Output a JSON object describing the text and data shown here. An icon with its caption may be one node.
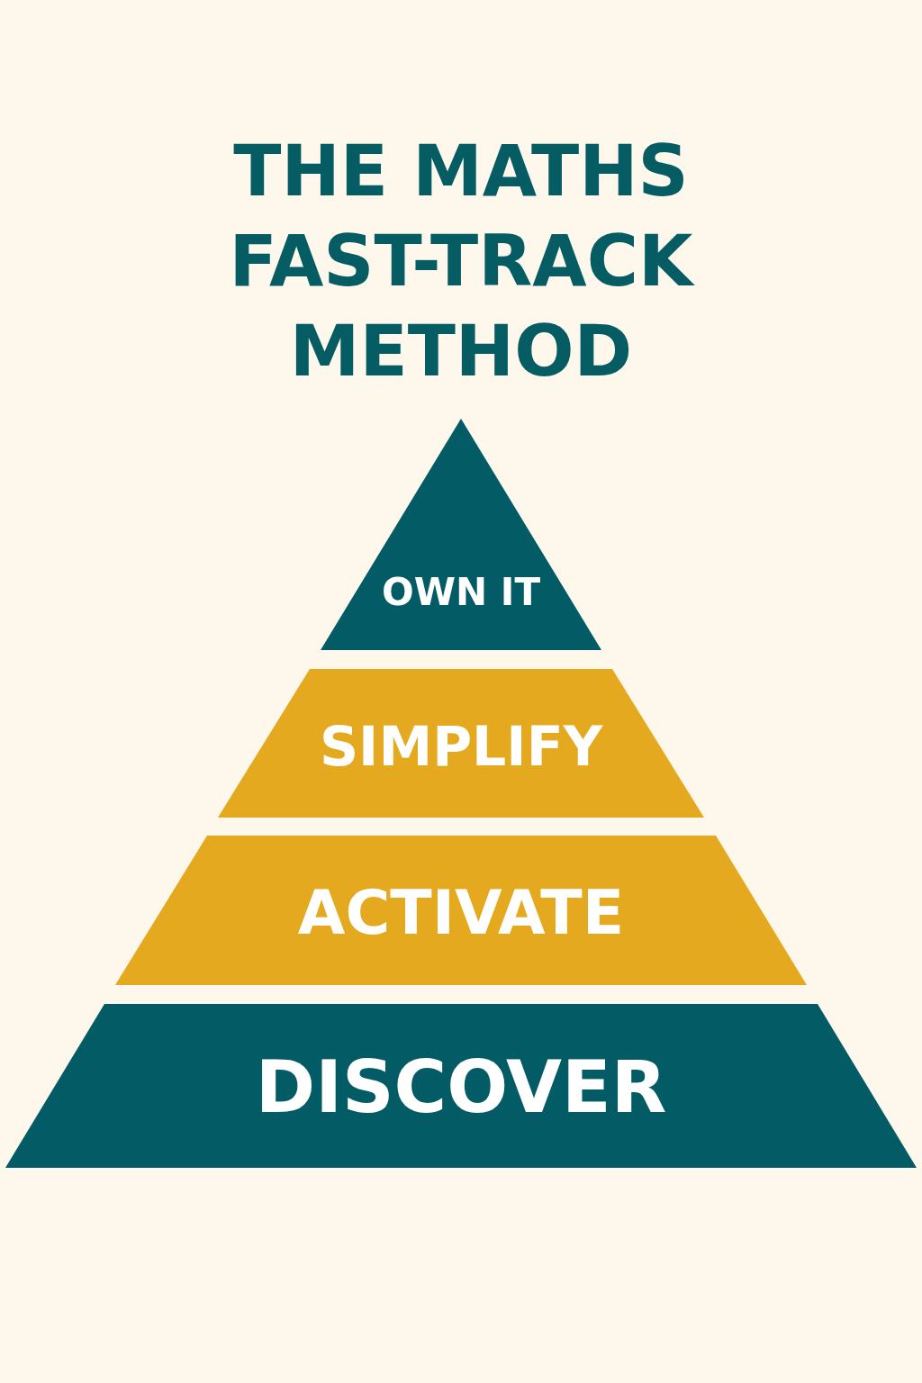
{
  "diagram": {
    "title": "THE MATHS FAST-TRACK METHOD",
    "nodes": [
      {
        "text": [
          "OWN IT"
        ]
      },
      {
        "text": [
          "SIMPLIFY"
        ]
      },
      {
        "text": [
          "ACTIVATE"
        ]
      },
      {
        "text": [
          "DISCOVER"
        ]
      }
    ]
  }
}
